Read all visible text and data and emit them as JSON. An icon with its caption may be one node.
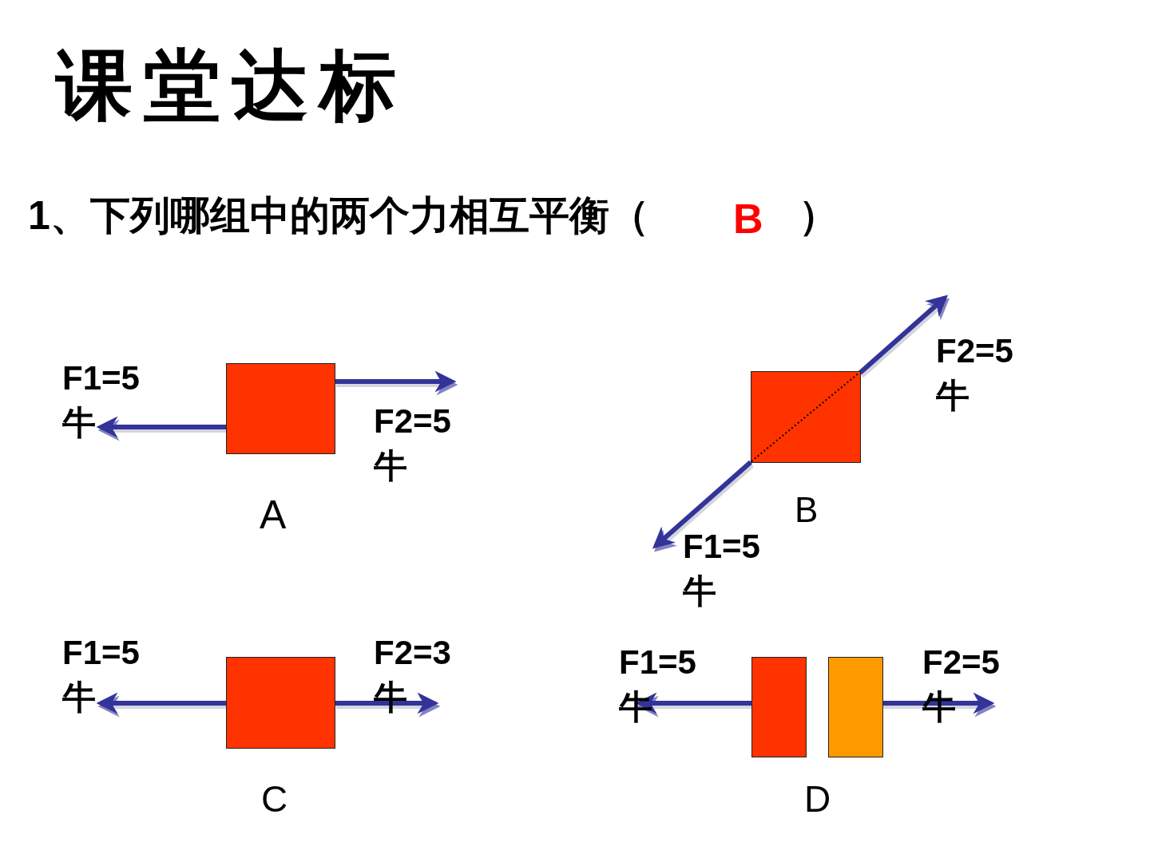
{
  "diagram": {
    "title": "课堂达标",
    "nodes": [
      {
        "text": [],
        "shape": "box",
        "beside": [
          "F1=5 牛",
          "F2=5 牛"
        ]
      },
      {
        "text": [],
        "shape": "box",
        "beside": [
          "F2=5 牛",
          "F1=5 牛"
        ]
      },
      {
        "text": [],
        "shape": "box",
        "beside": [
          "F1=5 牛",
          "F2=3 牛"
        ]
      },
      {
        "text": [],
        "shape": "box",
        "beside": [
          "F1=5 牛"
        ]
      },
      {
        "text": [],
        "shape": "box",
        "beside": [
          "F2=5 牛"
        ]
      }
    ],
    "labels": [
      "1、下列哪组中的两个力相互平衡（",
      "B",
      "）",
      "A",
      "B",
      "C",
      "D"
    ]
  }
}
